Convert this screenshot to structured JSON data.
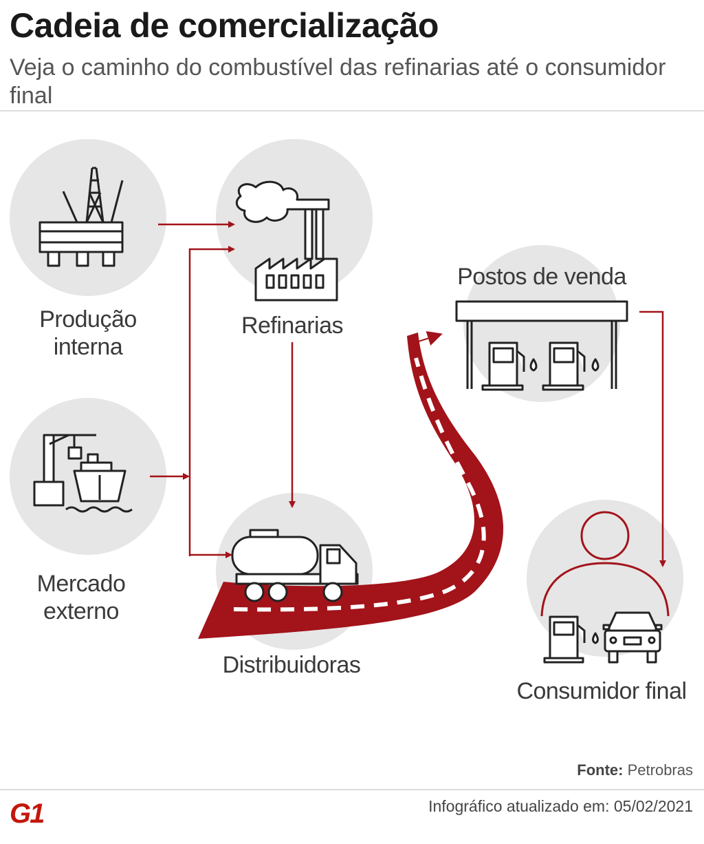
{
  "header": {
    "title": "Cadeia de comercialização",
    "subtitle": "Veja o caminho do combustível das refinarias até o consumidor final"
  },
  "nodes": {
    "producao": "Produção interna",
    "producao_line1": "Produção",
    "producao_line2": "interna",
    "mercado_line1": "Mercado",
    "mercado_line2": "externo",
    "refinarias": "Refinarias",
    "distribuidoras": "Distribuidoras",
    "postos": "Postos de venda",
    "consumidor": "Consumidor final"
  },
  "colors": {
    "accent": "#a3131a",
    "circle": "#e6e6e6",
    "icon_stroke": "#222222"
  },
  "footer": {
    "source_label": "Fonte:",
    "source_value": "Petrobras",
    "updated": "Infográfico atualizado em: 05/02/2021",
    "logo": "G1"
  }
}
